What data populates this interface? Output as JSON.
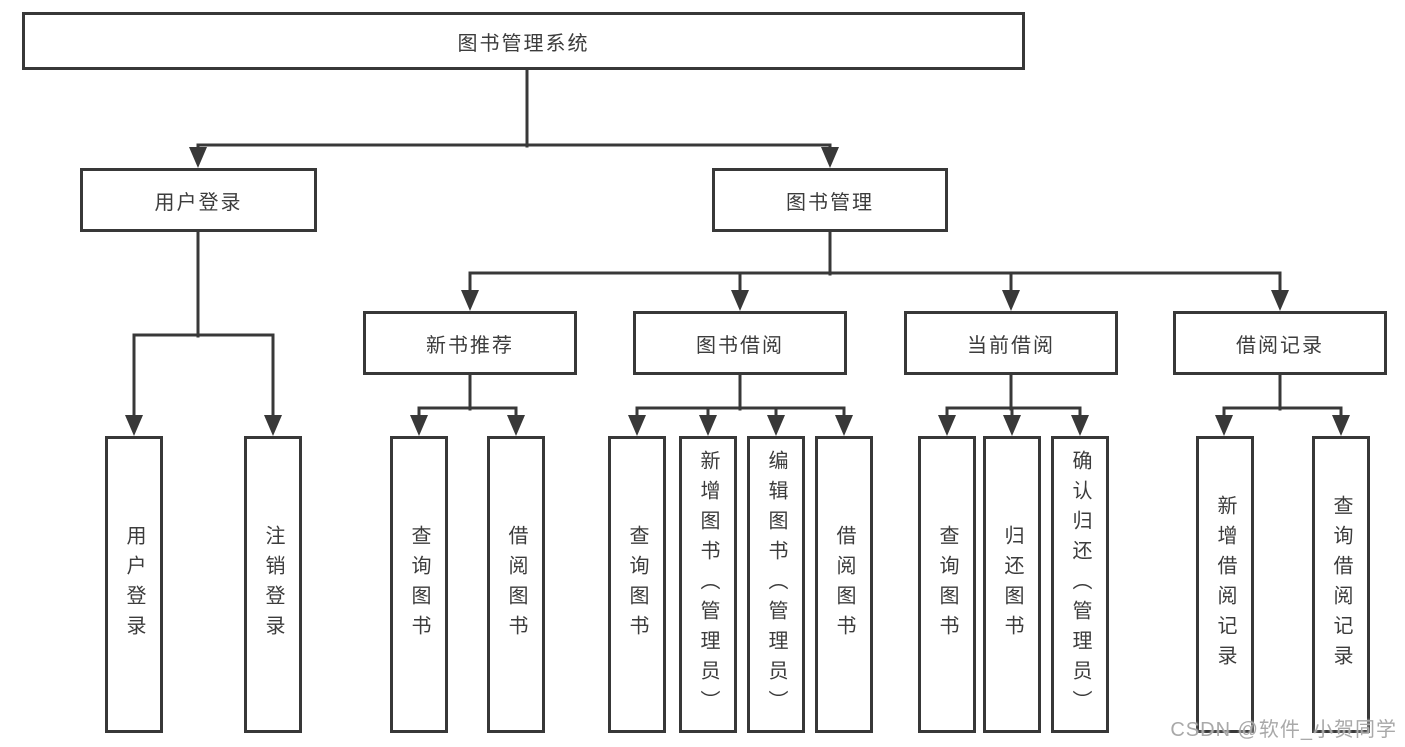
{
  "tree": {
    "root": "图书管理系统",
    "branches": [
      {
        "label": "用户登录",
        "children": [
          "用户登录",
          "注销登录"
        ]
      },
      {
        "label": "图书管理",
        "groups": [
          {
            "label": "新书推荐",
            "children": [
              "查询图书",
              "借阅图书"
            ]
          },
          {
            "label": "图书借阅",
            "children": [
              "查询图书",
              "新增图书（管理员）",
              "编辑图书（管理员）",
              "借阅图书"
            ]
          },
          {
            "label": "当前借阅",
            "children": [
              "查询图书",
              "归还图书",
              "确认归还（管理员）"
            ]
          },
          {
            "label": "借阅记录",
            "children": [
              "新增借阅记录",
              "查询借阅记录"
            ]
          }
        ]
      }
    ]
  },
  "watermark": "CSDN @软件_小贺同学",
  "colors": {
    "line": "#383838",
    "text": "#3c3c3c",
    "background": "#ffffff",
    "watermark": "#a9a9a9"
  }
}
